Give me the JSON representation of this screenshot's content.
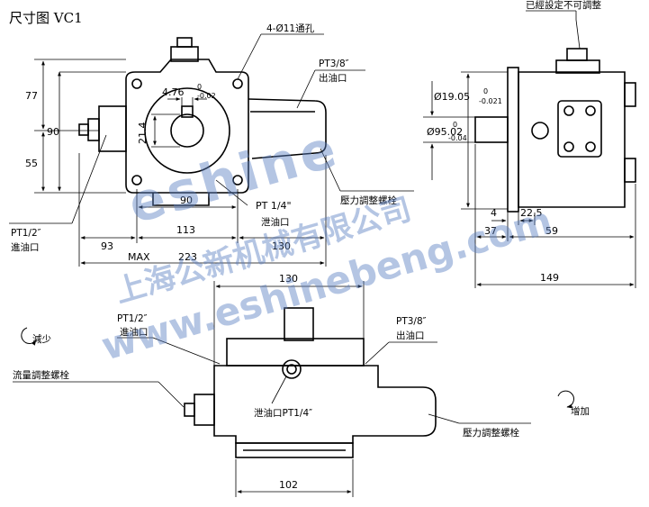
{
  "title": "尺寸图 VC1",
  "watermark": {
    "brand": "eshine",
    "company": "上海公新机械有限公司",
    "url": "www.eshinebeng.com",
    "color": "#5a7fc2"
  },
  "front_view": {
    "labels": {
      "holes": "4-Ø11通孔",
      "outlet": "PT3/8″",
      "outlet_cn": "出油口",
      "inlet": "PT1/2″",
      "inlet_cn": "進油口",
      "drain": "PT 1/4\"",
      "drain_cn": "泄油口",
      "pressure_screw": "壓力調整螺栓"
    },
    "dims": {
      "d77": "77",
      "d90v": "90",
      "d55": "55",
      "d90h": "90",
      "d476": "4.76",
      "tol_476_upper": "0",
      "tol_476_lower": "-0.02",
      "d214": "21.4",
      "d93": "93",
      "d113": "113",
      "d130": "130",
      "max": "MAX",
      "d223": "223"
    }
  },
  "side_view": {
    "labels": {
      "no_adjust": "已經設定不可調整"
    },
    "dims": {
      "d1905": "Ø19.05",
      "tol_1905_upper": "0",
      "tol_1905_lower": "-0.021",
      "d9502": "Ø95.02",
      "tol_9502_upper": "0",
      "tol_9502_lower": "-0.04",
      "d4": "4",
      "d225": "22.5",
      "d37": "37",
      "d59": "59",
      "d149": "149"
    }
  },
  "top_view": {
    "labels": {
      "inlet": "PT1/2″",
      "inlet_cn": "進油口",
      "outlet": "PT3/8″",
      "outlet_cn": "出油口",
      "flow_screw": "流量調整螺栓",
      "drain": "泄油口PT1/4″",
      "pressure_screw": "壓力調整螺栓",
      "decrease": "減少",
      "increase": "增加"
    },
    "dims": {
      "d130": "130",
      "d102": "102"
    }
  }
}
